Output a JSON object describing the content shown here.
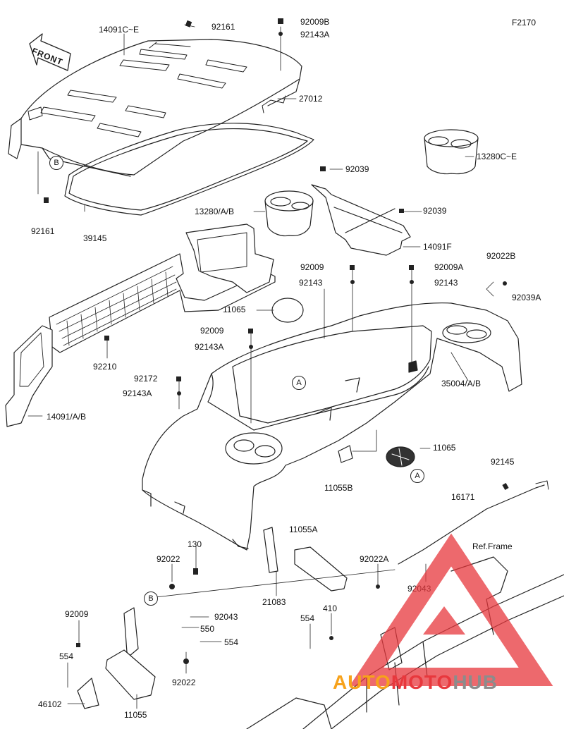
{
  "figure_code": "F2170",
  "front_label": "FRONT",
  "ref_frame_label": "Ref.Frame",
  "callouts": {
    "a": "A",
    "b": "B"
  },
  "parts": {
    "p14091ce": "14091C~E",
    "p92161_top": "92161",
    "p92009b": "92009B",
    "p92143a_top": "92143A",
    "p27012": "27012",
    "p13280ce": "13280C~E",
    "p92161_left": "92161",
    "p39145": "39145",
    "p92039_a": "92039",
    "p92039_b": "92039",
    "p13280ab": "13280/A/B",
    "p14091f": "14091F",
    "p92009_mid": "92009",
    "p92009a": "92009A",
    "p92022b": "92022B",
    "p92143_mid": "92143",
    "p92143_right": "92143",
    "p92039a": "92039A",
    "p11065_top": "11065",
    "p92009_c": "92009",
    "p92143a_mid": "92143A",
    "p92210": "92210",
    "p35004ab": "35004/A/B",
    "p92172": "92172",
    "p92143a_low": "92143A",
    "p14091ab": "14091/A/B",
    "p11065_low": "11065",
    "p11055b": "11055B",
    "p92145": "92145",
    "p16171": "16171",
    "p130": "130",
    "p92022": "92022",
    "p11055a": "11055A",
    "p92022a": "92022A",
    "p92043_right": "92043",
    "p21083": "21083",
    "p410": "410",
    "p92009_bottom": "92009",
    "p92043_left": "92043",
    "p550": "550",
    "p554_mid": "554",
    "p554_right": "554",
    "p554_left": "554",
    "p92022_bottom": "92022",
    "p46102": "46102",
    "p11055": "11055"
  },
  "watermark": {
    "part1": "AUTO",
    "part2": "MOTO",
    "part3": "HUB",
    "color_orange": "#f7a21b",
    "color_red": "#e8383d",
    "color_gray": "#8c8c8c"
  }
}
